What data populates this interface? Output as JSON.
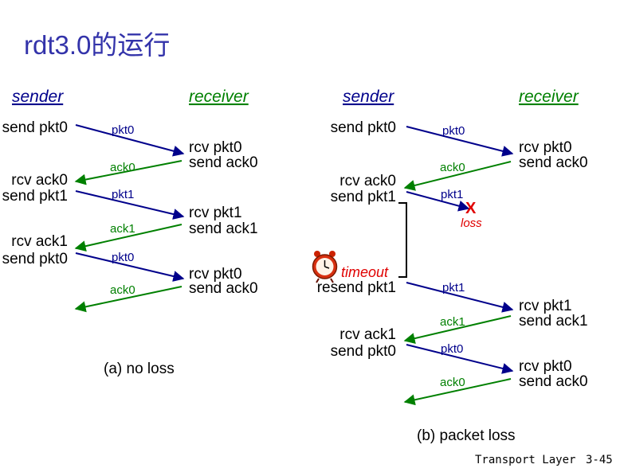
{
  "title": "rdt3.0的运行",
  "colors": {
    "title": "#3333aa",
    "sender": "#00008b",
    "receiver": "#008000",
    "pkt": "#00008b",
    "ack": "#008000",
    "loss": "#e00000"
  },
  "diagram_a": {
    "sender_header": "sender",
    "receiver_header": "receiver",
    "sender_labels": [
      "send pkt0",
      "rcv ack0",
      "send pkt1",
      "rcv ack1",
      "send pkt0"
    ],
    "receiver_labels": [
      "rcv pkt0",
      "send ack0",
      "rcv pkt1",
      "send ack1",
      "rcv pkt0",
      "send ack0"
    ],
    "messages": [
      "pkt0",
      "ack0",
      "pkt1",
      "ack1",
      "pkt0",
      "ack0"
    ],
    "caption": "(a) no loss"
  },
  "diagram_b": {
    "sender_header": "sender",
    "receiver_header": "receiver",
    "sender_labels": [
      "send pkt0",
      "rcv ack0",
      "send pkt1",
      "resend pkt1",
      "rcv ack1",
      "send pkt0"
    ],
    "receiver_labels": [
      "rcv pkt0",
      "send ack0",
      "rcv pkt1",
      "send ack1",
      "rcv pkt0",
      "send ack0"
    ],
    "messages": [
      "pkt0",
      "ack0",
      "pkt1",
      "pkt1",
      "ack1",
      "pkt0",
      "ack0"
    ],
    "loss_mark": "X",
    "loss_label": "loss",
    "timeout_label": "timeout",
    "clock_icon": "alarm-clock-icon",
    "caption": "(b) packet loss"
  },
  "footer": {
    "text": "Transport Layer",
    "page": "3-45"
  }
}
